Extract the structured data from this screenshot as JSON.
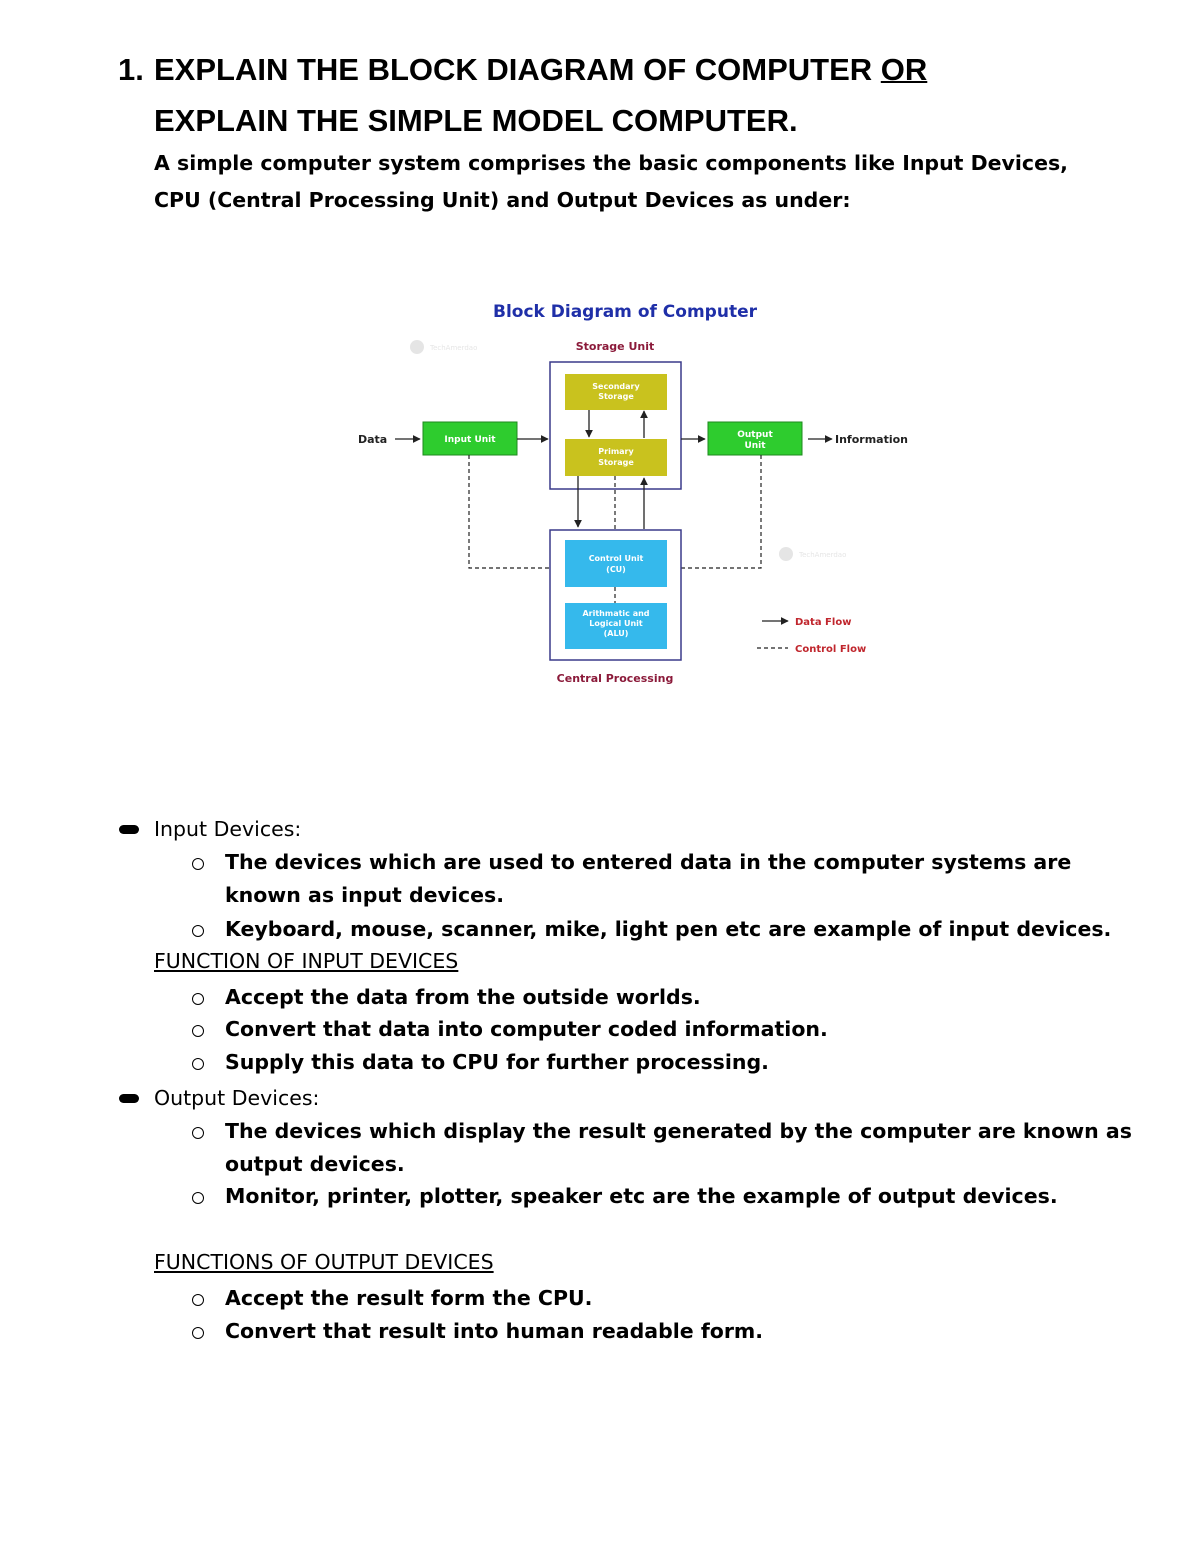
{
  "heading": {
    "number": "1.",
    "line1": "EXPLAIN THE BLOCK DIAGRAM OF COMPUTER ",
    "line1_or": "OR",
    "line2": "EXPLAIN THE SIMPLE MODEL COMPUTER."
  },
  "intro": "A simple computer system comprises the basic components like Input Devices, CPU (Central Processing Unit) and Output Devices as under:",
  "diagram": {
    "title": "Block Diagram of Computer",
    "storage_label": "Storage Unit",
    "secondary_storage": [
      "Secondary",
      "Storage"
    ],
    "primary_storage": [
      "Primary",
      "Storage"
    ],
    "input_unit": "Input Unit",
    "output_unit": [
      "Output",
      "Unit"
    ],
    "data_label": "Data",
    "information_label": "Information",
    "control_unit": [
      "Control Unit",
      "(CU)"
    ],
    "alu": [
      "Arithmatic and",
      "Logical Unit",
      "(ALU)"
    ],
    "cpu_label": "Central Processing",
    "legend_data_flow": "Data Flow",
    "legend_control_flow": "Control Flow",
    "watermark": "TechAmerdao",
    "colors": {
      "title": "#1f2fa8",
      "green": "#2ecc2e",
      "yellow": "#c9c21e",
      "cyan": "#35b9ec",
      "label_red": "#8b1a3a",
      "legend_red": "#c0262d"
    }
  },
  "input_devices": {
    "label": "Input Devices:",
    "items": [
      [
        "The devices which are used to entered data in the computer systems are",
        "known as input devices."
      ],
      [
        "Keyboard, mouse, scanner, mike, light pen etc are example of input devices."
      ]
    ],
    "function_heading": "FUNCTION OF INPUT DEVICES",
    "functions": [
      "Accept the data from the outside worlds.",
      "Convert that data into computer coded information.",
      "Supply this data to CPU for further processing."
    ]
  },
  "output_devices": {
    "label": "Output Devices:",
    "items": [
      [
        "The devices which display the result generated by the computer are known as",
        "output devices."
      ],
      [
        "Monitor, printer, plotter, speaker etc are the example of output devices."
      ]
    ],
    "function_heading": "FUNCTIONS OF OUTPUT DEVICES",
    "functions": [
      "Accept the result form the CPU.",
      "Convert that result into human readable form."
    ]
  }
}
